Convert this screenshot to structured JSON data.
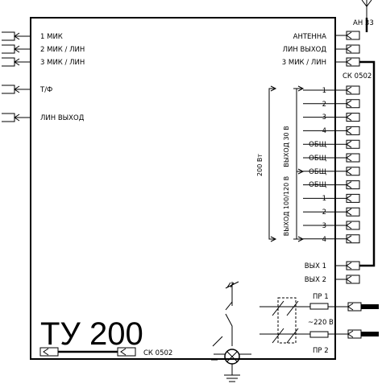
{
  "device": {
    "title": "ТУ 200"
  },
  "left_inputs": [
    "1 МИК",
    "2 МИК / ЛИН",
    "3 МИК / ЛИН",
    "Т/Ф",
    "ЛИН  ВЫХОД"
  ],
  "right_top": [
    "АНТЕННА",
    "ЛИН  ВЫХОД",
    "3 МИК / ЛИН"
  ],
  "antenna_label": "АН 33",
  "cable_label": "СК 0502",
  "output_terminals": [
    "1",
    "2",
    "3",
    "4",
    "ОБЩ",
    "ОБЩ",
    "ОБЩ",
    "ОБЩ",
    "1",
    "2",
    "3",
    "4"
  ],
  "output_groups": {
    "group_30v": "ВЫХОД  30 В",
    "group_100v": "ВЫХОД  100/120 В",
    "power": "200 Вт"
  },
  "right_outputs": [
    "ВЫХ 1",
    "ВЫХ 2"
  ],
  "fuses": {
    "pr1": "ПР 1",
    "mains": "~220 В",
    "pr2": "ПР 2"
  },
  "bottom_cable_label": "СК 0502"
}
